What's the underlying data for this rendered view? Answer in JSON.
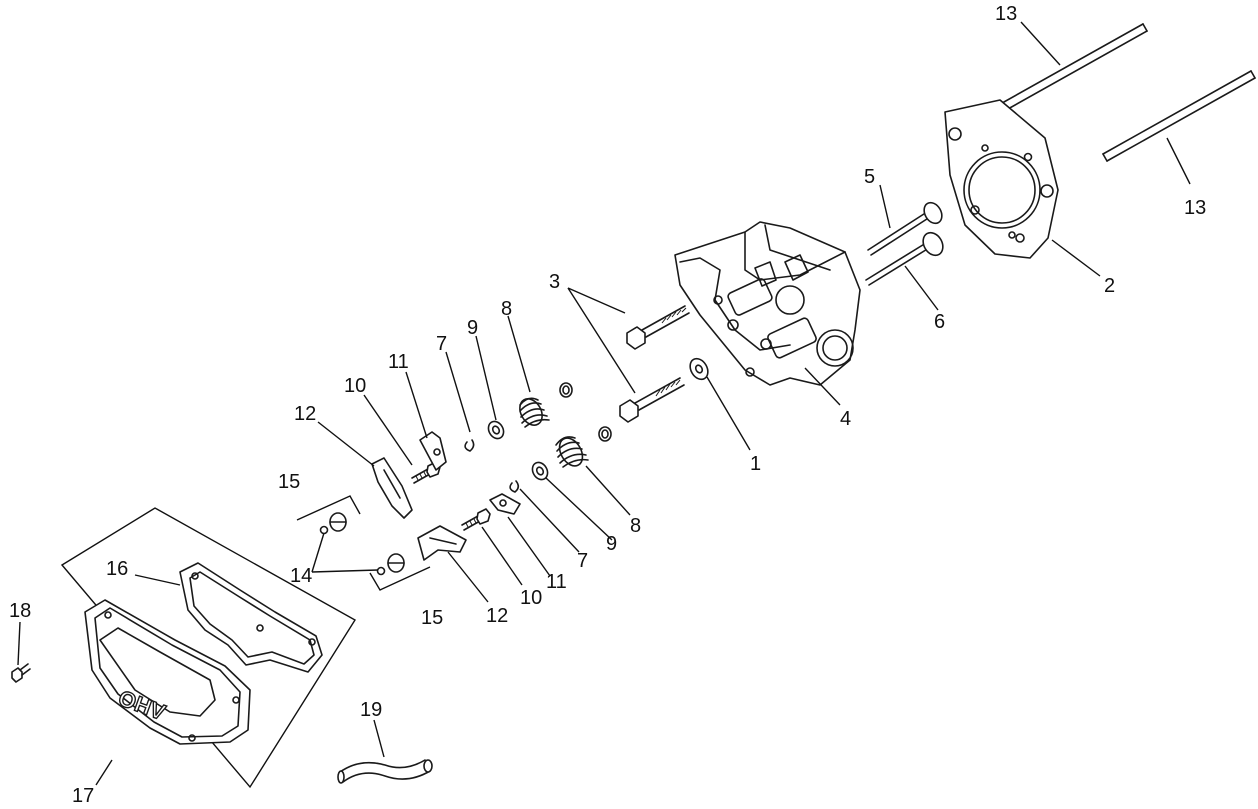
{
  "callouts": [
    {
      "id": "1",
      "label": "1"
    },
    {
      "id": "2",
      "label": "2"
    },
    {
      "id": "3",
      "label": "3"
    },
    {
      "id": "4",
      "label": "4"
    },
    {
      "id": "5",
      "label": "5"
    },
    {
      "id": "6",
      "label": "6"
    },
    {
      "id": "7a",
      "label": "7"
    },
    {
      "id": "7b",
      "label": "7"
    },
    {
      "id": "8a",
      "label": "8"
    },
    {
      "id": "8b",
      "label": "8"
    },
    {
      "id": "9a",
      "label": "9"
    },
    {
      "id": "9b",
      "label": "9"
    },
    {
      "id": "10a",
      "label": "10"
    },
    {
      "id": "10b",
      "label": "10"
    },
    {
      "id": "11a",
      "label": "11"
    },
    {
      "id": "11b",
      "label": "11"
    },
    {
      "id": "12a",
      "label": "12"
    },
    {
      "id": "12b",
      "label": "12"
    },
    {
      "id": "13a",
      "label": "13"
    },
    {
      "id": "13b",
      "label": "13"
    },
    {
      "id": "14",
      "label": "14"
    },
    {
      "id": "15a",
      "label": "15"
    },
    {
      "id": "15b",
      "label": "15"
    },
    {
      "id": "16",
      "label": "16"
    },
    {
      "id": "17",
      "label": "17"
    },
    {
      "id": "18",
      "label": "18"
    },
    {
      "id": "19",
      "label": "19"
    }
  ],
  "cover_emboss": "OHV"
}
